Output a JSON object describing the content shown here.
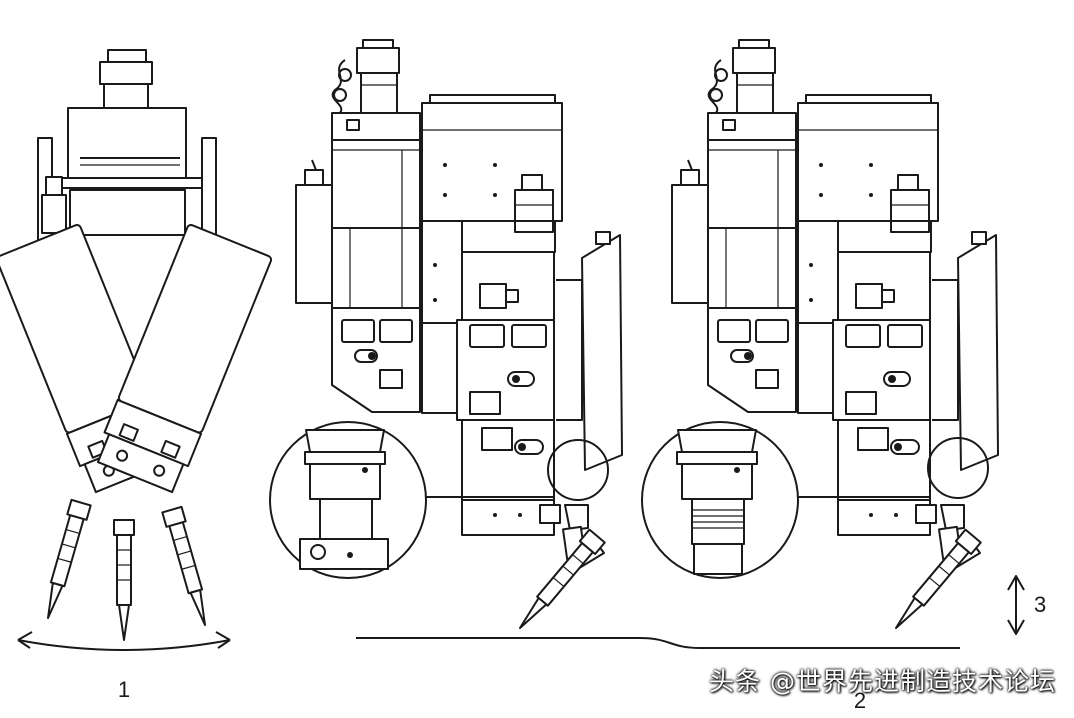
{
  "labels": {
    "fig1": "1",
    "fig2": "2",
    "fig3": "3"
  },
  "watermark": "头条 @世界先进制造技术论坛",
  "colors": {
    "line": "#1a1a1a",
    "background": "#ffffff"
  }
}
